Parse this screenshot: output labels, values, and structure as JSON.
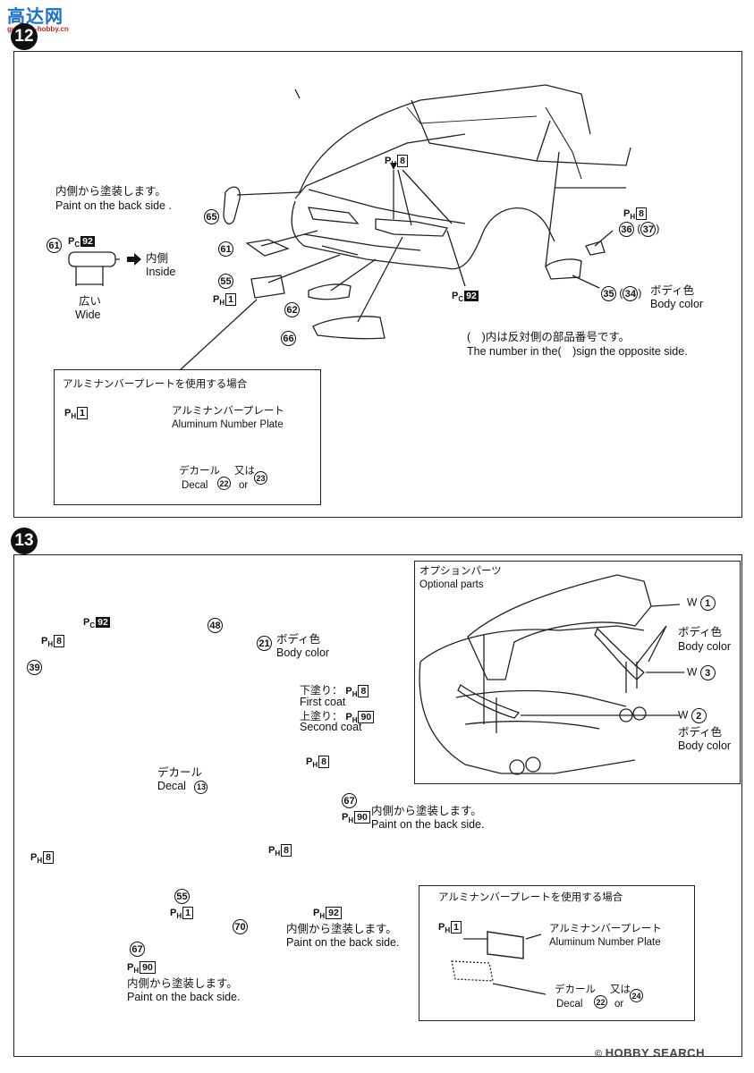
{
  "watermark": {
    "logo_text": "高达网",
    "site": "gundam-hobby.cn"
  },
  "step12": {
    "number": "12",
    "back_paint_jp": "内側から塗装します。",
    "back_paint_en": "Paint on the back side .",
    "inside_jp": "内側",
    "inside_en": "Inside",
    "wide_jp": "広い",
    "wide_en": "Wide",
    "parts": [
      "65",
      "61",
      "55",
      "62",
      "66",
      "61",
      "36",
      "37",
      "35",
      "34"
    ],
    "codes": {
      "ph8": "8",
      "ph1": "1",
      "pc92": "92",
      "ph8_mirror": "8"
    },
    "body_color_jp": "ボディ色",
    "body_color_en": "Body color",
    "opposite_jp": "(　)内は反対側の部品番号です。",
    "opposite_en": "The number in the(　)sign the opposite side.",
    "plate_box": {
      "title": "アルミナンバープレートを使用する場合",
      "plate_jp": "アルミナンバープレート",
      "plate_en": "Aluminum Number Plate",
      "decal_jp": "デカール",
      "decal_en": "Decal",
      "decal_a": "22",
      "or_jp": "又は",
      "or_en": "or",
      "decal_b": "23"
    }
  },
  "step13": {
    "number": "13",
    "optional_jp": "オプションパーツ",
    "optional_en": "Optional parts",
    "w1": "1",
    "w2": "2",
    "w3": "3",
    "body_color_jp": "ボディ色",
    "body_color_en": "Body color",
    "first_coat_jp": "下塗り：",
    "first_coat_en": "First coat",
    "second_coat_jp": "上塗り：",
    "second_coat_en": "Second coat",
    "decal_jp": "デカール",
    "decal_en": "Decal",
    "decal_num": "13",
    "back_paint_jp": "内側から塗装します。",
    "back_paint_en": "Paint on the back side.",
    "parts": [
      "39",
      "48",
      "21",
      "67",
      "55",
      "70",
      "67"
    ],
    "codes": {
      "pc92": "92",
      "ph8": "8",
      "ph90": "90",
      "ph1": "1",
      "ph92": "92"
    },
    "plate_box": {
      "title": "アルミナンバープレートを使用する場合",
      "plate_jp": "アルミナンバープレート",
      "plate_en": "Aluminum Number Plate",
      "decal_jp": "デカール",
      "decal_en": "Decal",
      "decal_a": "22",
      "or_jp": "又は",
      "or_en": "or",
      "decal_b": "24"
    }
  },
  "footer": {
    "brand": "HOBBY SEARCH",
    "copyright": "©"
  }
}
